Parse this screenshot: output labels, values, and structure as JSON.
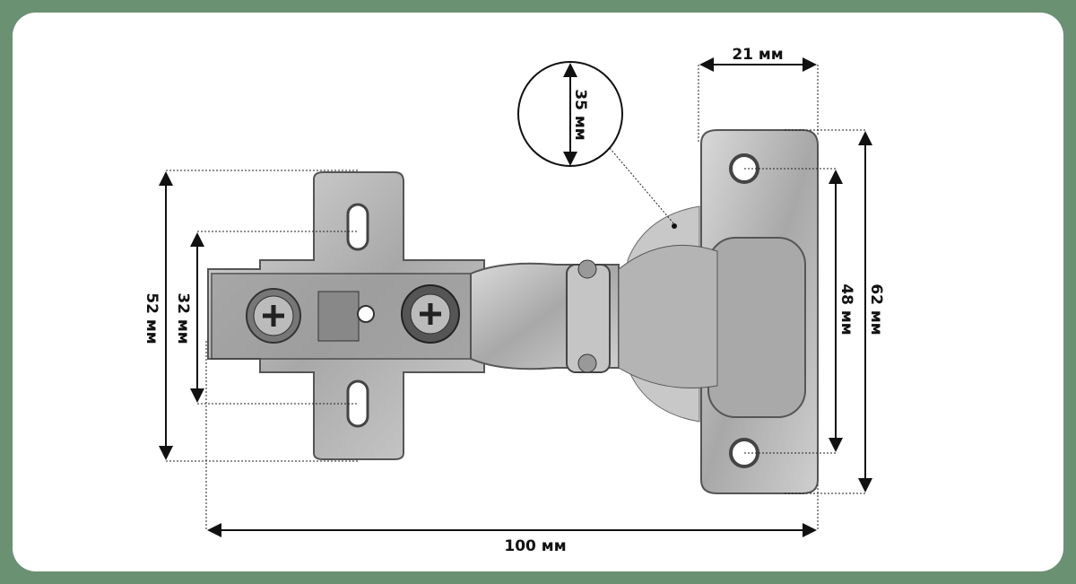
{
  "colors": {
    "background": "#6b9173",
    "card": "#ffffff",
    "metal": "#b9b9b9",
    "metal_dark": "#6d6d6d"
  },
  "dimensions": {
    "width_top": "21 мм",
    "cup_diameter": "35 мм",
    "height_right": "62 мм",
    "holes_right": "48 мм",
    "height_left": "52 мм",
    "holes_left": "32 мм",
    "total_length": "100 мм"
  }
}
